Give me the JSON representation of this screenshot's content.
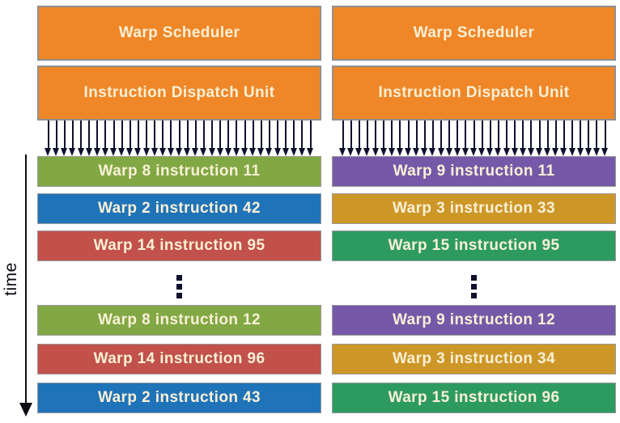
{
  "diagram": {
    "time_axis": {
      "label": "time"
    },
    "columns": [
      {
        "scheduler_label": "Warp Scheduler",
        "dispatch_label": "Instruction Dispatch Unit",
        "rows_top": [
          {
            "label": "Warp 8 instruction 11",
            "color": "green"
          },
          {
            "label": "Warp 2 instruction 42",
            "color": "blue"
          },
          {
            "label": "Warp 14 instruction 95",
            "color": "red"
          }
        ],
        "rows_bottom": [
          {
            "label": "Warp 8 instruction 12",
            "color": "green"
          },
          {
            "label": "Warp 14 instruction 96",
            "color": "red"
          },
          {
            "label": "Warp 2 instruction 43",
            "color": "blue"
          }
        ]
      },
      {
        "scheduler_label": "Warp Scheduler",
        "dispatch_label": "Instruction Dispatch Unit",
        "rows_top": [
          {
            "label": "Warp 9 instruction 11",
            "color": "purple"
          },
          {
            "label": "Warp 3 instruction 33",
            "color": "gold"
          },
          {
            "label": "Warp 15 instruction 95",
            "color": "teal"
          }
        ],
        "rows_bottom": [
          {
            "label": "Warp 9 instruction 12",
            "color": "purple"
          },
          {
            "label": "Warp 3 instruction 34",
            "color": "gold"
          },
          {
            "label": "Warp 15 instruction 96",
            "color": "teal"
          }
        ]
      }
    ],
    "arrow_count": 33,
    "colors": {
      "orange": "#EF8728",
      "green": "#81A844",
      "blue": "#1F73B8",
      "red": "#C1514A",
      "purple": "#7559A8",
      "gold": "#CD9728",
      "teal": "#2D9B60",
      "cream_text": "#FAF0D6",
      "box_border": "#8F8F8F",
      "arrow_dark": "#10102E"
    }
  }
}
